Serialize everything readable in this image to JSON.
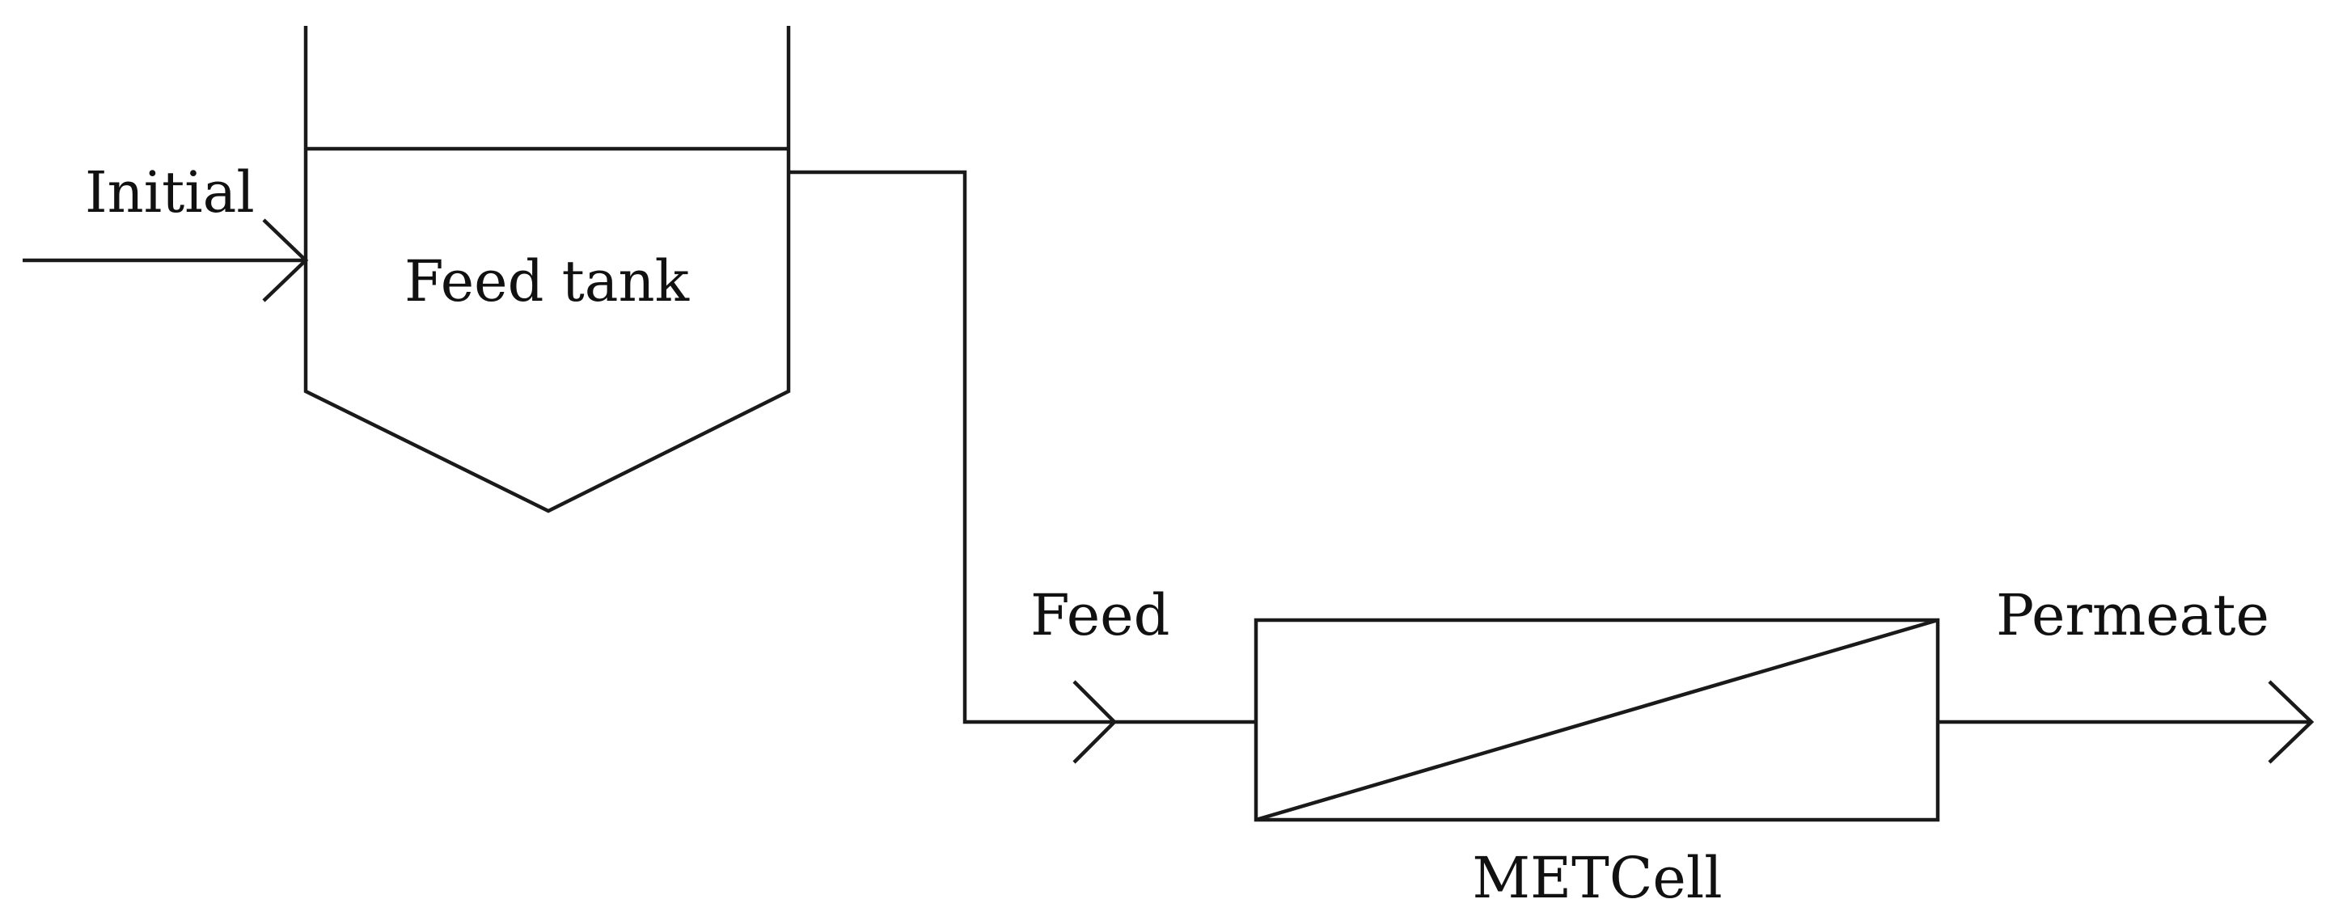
{
  "diagram": {
    "labels": {
      "initial": "Initial",
      "feed_tank": "Feed tank",
      "feed": "Feed",
      "metcell": "METCell",
      "permeate": "Permeate"
    },
    "colors": {
      "line": "#1a1a1a",
      "text": "#111111",
      "background": "#ffffff"
    }
  }
}
